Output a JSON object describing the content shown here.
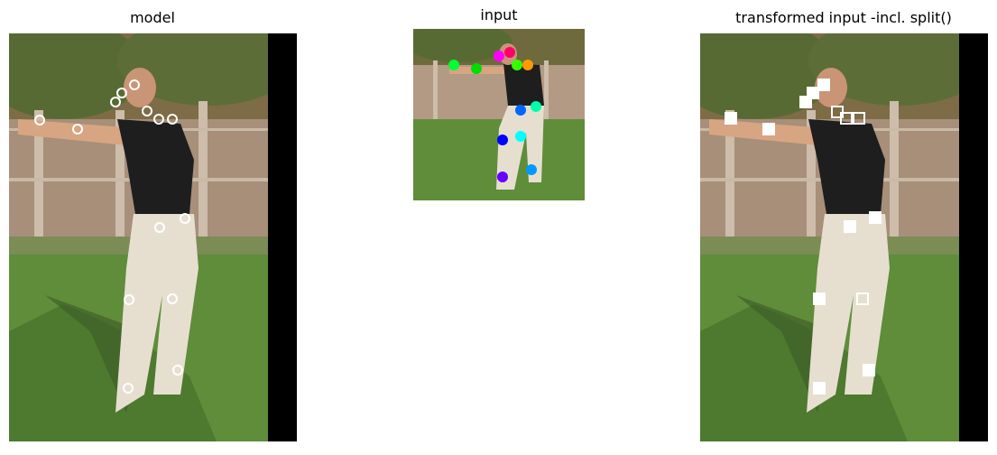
{
  "titles": {
    "model": "model",
    "input": "input",
    "transformed": "transformed input -incl. split()"
  },
  "colors": {
    "sky_trees": "#7a6a45",
    "foliage": "#5a6b34",
    "fence_post": "#c9b9a5",
    "fence_board": "#b79c86",
    "grass": "#5f8d3a",
    "grass_dark": "#3f6a28",
    "shirt": "#1d1d1d",
    "pants": "#e7e0d2",
    "skin": "#d7a582",
    "shadow": "#000000",
    "marker_white": "#ffffff"
  },
  "keypoint_colors": [
    "#ff00ff",
    "#ff0066",
    "#ff9900",
    "#33ff00",
    "#00ff33",
    "#00dd00",
    "#0066ff",
    "#0000ff",
    "#00ffff",
    "#00ffaa",
    "#0099ff",
    "#6600ff"
  ]
}
